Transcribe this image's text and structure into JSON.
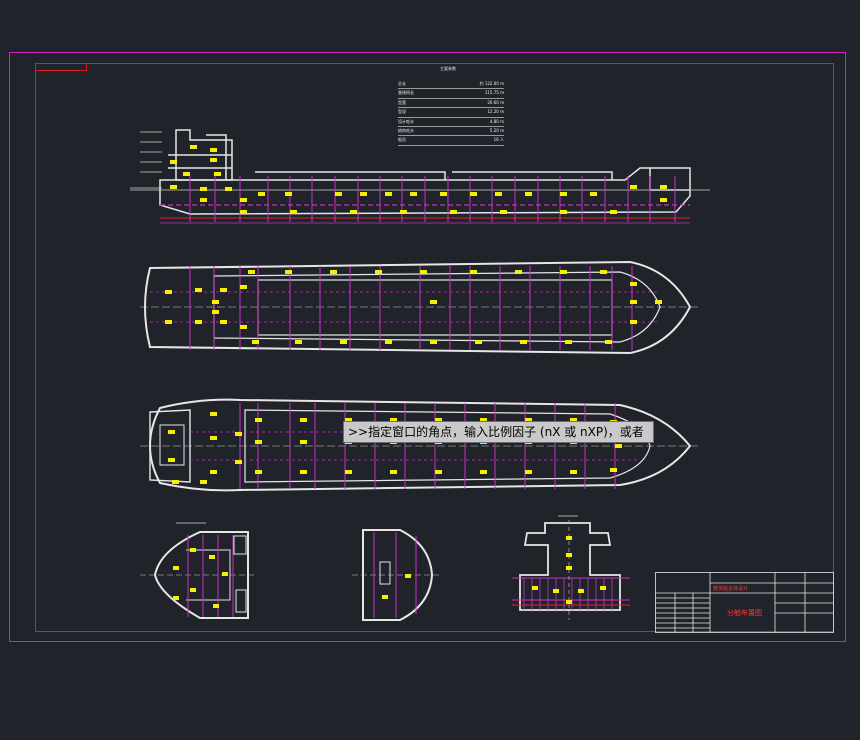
{
  "command_prompt": {
    "text": ">>指定窗口的角点，输入比例因子 (nX 或 nXP)，或者"
  },
  "particulars_table": {
    "title": "主要参数",
    "rows": [
      {
        "label": "总长",
        "value": "约 122.00 m"
      },
      {
        "label": "垂线间长",
        "value": "115.75 m"
      },
      {
        "label": "型宽",
        "value": "20.60 m"
      },
      {
        "label": "型深",
        "value": "12.20 m"
      },
      {
        "label": "设计吃水",
        "value": "4.80 m"
      },
      {
        "label": "结构吃水",
        "value": "5.20 m"
      },
      {
        "label": "船员",
        "value": "16 人"
      }
    ]
  },
  "title_block": {
    "drawing_name": "分舱布置图",
    "project": "散货船总体设计"
  },
  "colors": {
    "background": "#20232a",
    "frame": "#d21fd2",
    "border": "#e02020",
    "hull": "#e6e6e6",
    "grid": "#c832c8",
    "label": "#f5f000",
    "tooltip_bg": "#c9c9c9"
  }
}
